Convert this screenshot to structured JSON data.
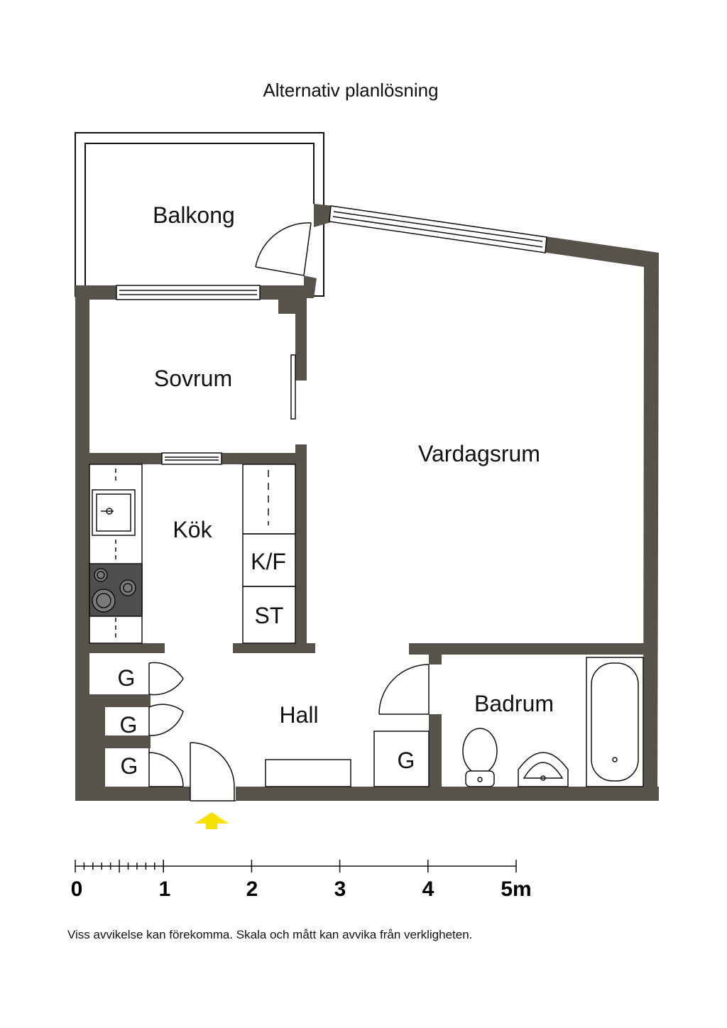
{
  "title": "Alternativ planlösning",
  "rooms": {
    "balcony": "Balkong",
    "bedroom": "Sovrum",
    "living_room": "Vardagsrum",
    "kitchen": "Kök",
    "fridge_freezer": "K/F",
    "cabinet": "ST",
    "hall": "Hall",
    "bathroom": "Badrum",
    "closet_1": "G",
    "closet_2": "G",
    "closet_3": "G",
    "closet_4": "G"
  },
  "scale": {
    "labels": [
      "0",
      "1",
      "2",
      "3",
      "4",
      "5m"
    ]
  },
  "disclaimer": "Viss avvikelse kan förekomma. Skala och mått kan avvika från verkligheten.",
  "colors": {
    "wall": "#57534a",
    "entrance_arrow": "#f7e100",
    "stove": "#4f4f4f",
    "line": "#111111"
  },
  "icons": {
    "entrance": "entrance-arrow-icon",
    "sink": "sink-icon",
    "stove": "stove-icon",
    "toilet": "toilet-icon",
    "washbasin": "washbasin-icon",
    "bathtub": "bathtub-icon"
  }
}
